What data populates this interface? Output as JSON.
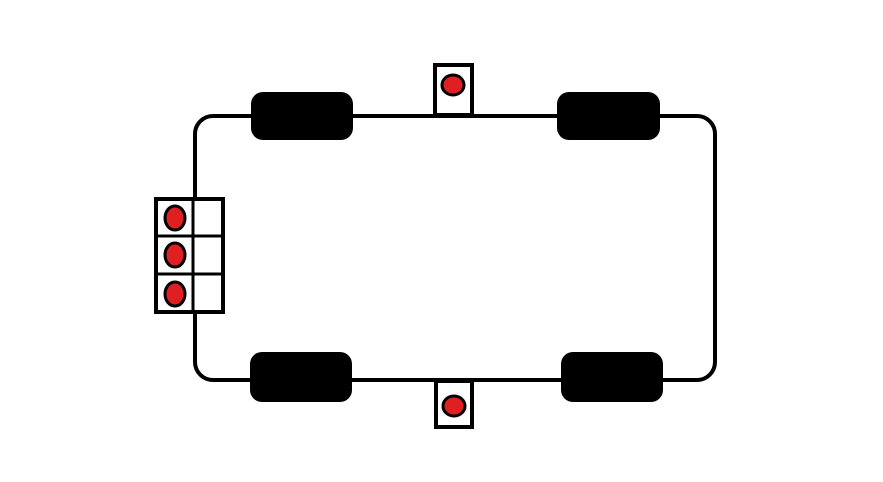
{
  "diagram": {
    "kind": "robot-top-view",
    "colors": {
      "background": "#ffffff",
      "outline": "#000000",
      "wheel": "#000000",
      "sensor_dot": "#e02020"
    },
    "wheels": [
      "front-left",
      "front-right",
      "rear-left",
      "rear-right"
    ],
    "sensors": {
      "top_count": 1,
      "bottom_count": 1,
      "left_array_count": 3
    }
  }
}
